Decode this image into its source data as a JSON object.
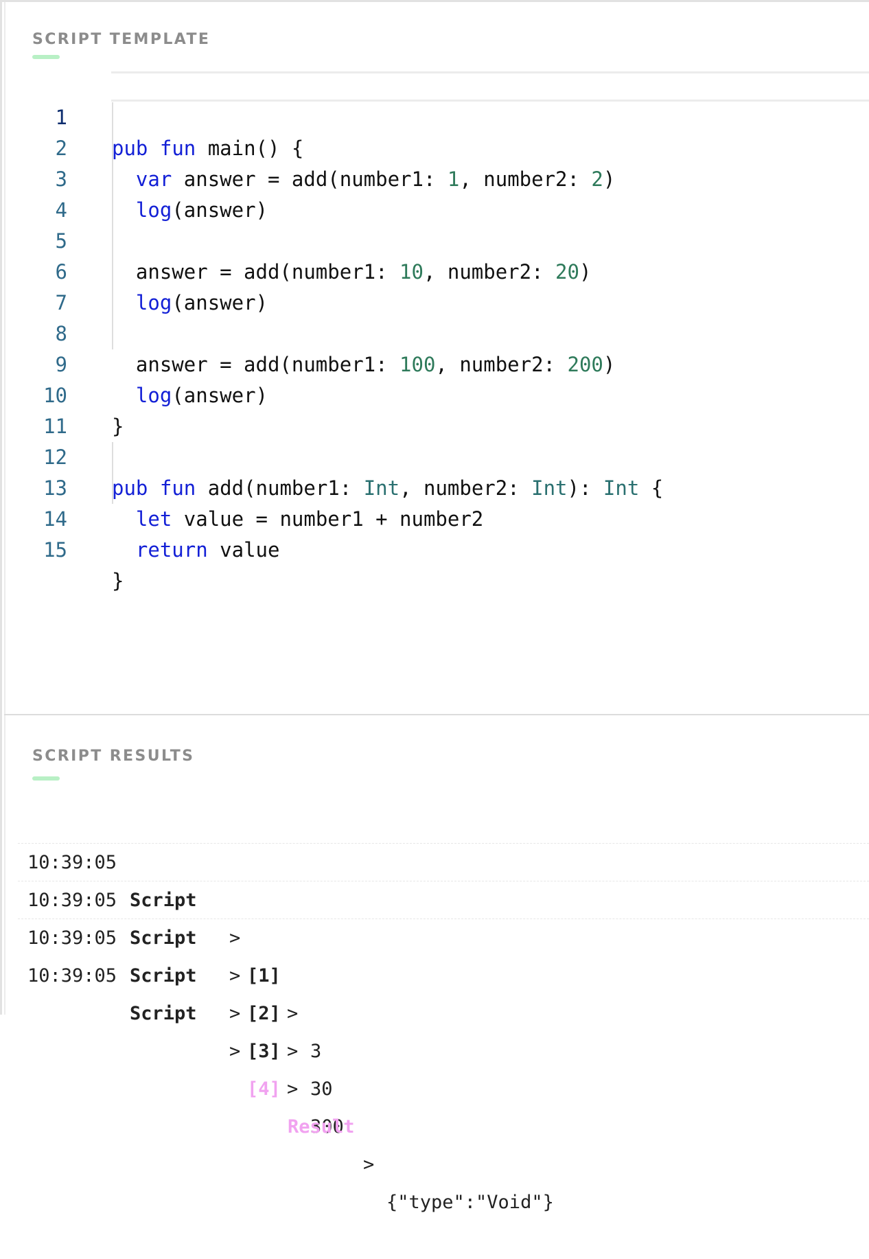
{
  "template_section": {
    "title": "SCRIPT TEMPLATE",
    "lines": [
      {
        "n": "1"
      },
      {
        "n": "2"
      },
      {
        "n": "3"
      },
      {
        "n": "4"
      },
      {
        "n": "5"
      },
      {
        "n": "6"
      },
      {
        "n": "7"
      },
      {
        "n": "8"
      },
      {
        "n": "9"
      },
      {
        "n": "10"
      },
      {
        "n": "11"
      },
      {
        "n": "12"
      },
      {
        "n": "13"
      },
      {
        "n": "14"
      },
      {
        "n": "15"
      }
    ],
    "code": {
      "l1": {
        "t1": "pub",
        "t2": " ",
        "t3": "fun",
        "t4": " main() {"
      },
      "l2": {
        "t1": "  ",
        "t2": "var",
        "t3": " answer = add(number1: ",
        "t4": "1",
        "t5": ", number2: ",
        "t6": "2",
        "t7": ")"
      },
      "l3": {
        "t1": "  ",
        "t2": "log",
        "t3": "(answer)"
      },
      "l5": {
        "t1": "  answer = add(number1: ",
        "t2": "10",
        "t3": ", number2: ",
        "t4": "20",
        "t5": ")"
      },
      "l6": {
        "t1": "  ",
        "t2": "log",
        "t3": "(answer)"
      },
      "l8": {
        "t1": "  answer = add(number1: ",
        "t2": "100",
        "t3": ", number2: ",
        "t4": "200",
        "t5": ")"
      },
      "l9": {
        "t1": "  ",
        "t2": "log",
        "t3": "(answer)"
      },
      "l10": {
        "t1": "}"
      },
      "l12": {
        "t1": "pub",
        "t2": " ",
        "t3": "fun",
        "t4": " add(number1: ",
        "t5": "Int",
        "t6": ", number2: ",
        "t7": "Int",
        "t8": "): ",
        "t9": "Int",
        "t10": " {"
      },
      "l13": {
        "t1": "  ",
        "t2": "let",
        "t3": " value = number1 + number2"
      },
      "l14": {
        "t1": "  ",
        "t2": "return",
        "t3": " value"
      },
      "l15": {
        "t1": "}"
      }
    }
  },
  "results_section": {
    "title": "SCRIPT RESULTS",
    "rows": [
      {
        "time": "10:39:05",
        "source": "Script",
        "chevron": ">",
        "index": "[1]",
        "label": "",
        "chevron2": ">",
        "value": "3"
      },
      {
        "time": "10:39:05",
        "source": "Script",
        "chevron": ">",
        "index": "[2]",
        "label": "",
        "chevron2": ">",
        "value": "30"
      },
      {
        "time": "10:39:05",
        "source": "Script",
        "chevron": ">",
        "index": "[3]",
        "label": "",
        "chevron2": ">",
        "value": "300"
      },
      {
        "time": "10:39:05",
        "source": "Script",
        "chevron": ">",
        "index": "[4]",
        "label": "Result",
        "chevron2": ">",
        "value": "{\"type\":\"Void\"}"
      }
    ]
  },
  "colors": {
    "keyword": "#1320d6",
    "number": "#2e7a5a",
    "type": "#2a7070",
    "line_number": "#2f6a8a",
    "result_label": "#f1a2f0",
    "accent_underline": "#b8f0c5"
  }
}
